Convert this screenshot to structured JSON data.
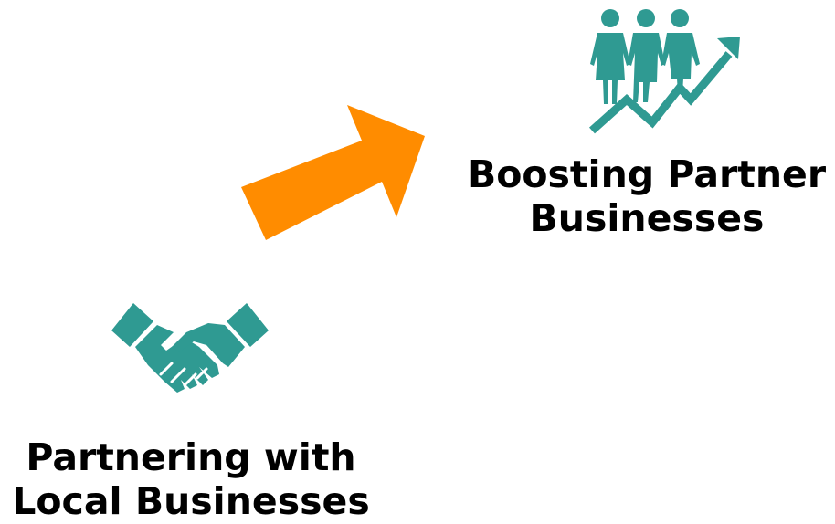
{
  "colors": {
    "icon": "#2f9a92",
    "arrow": "#ff8c00",
    "text": "#000000"
  },
  "icons": {
    "growth": "people-growth-icon",
    "handshake": "handshake-icon",
    "arrow": "diagonal-arrow-icon"
  },
  "nodes": {
    "boosting": {
      "line1": "Boosting Partner",
      "line2": "Businesses"
    },
    "partnering": {
      "line1": "Partnering with",
      "line2": "Local Businesses"
    }
  }
}
